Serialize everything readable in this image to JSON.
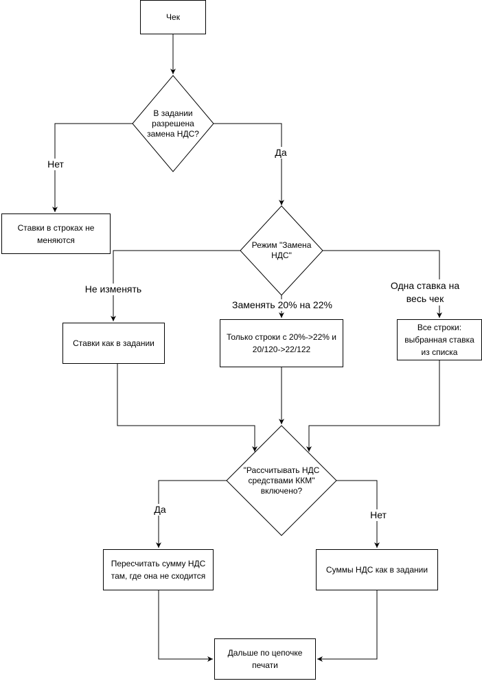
{
  "nodes": {
    "check": "Чек",
    "q_replace_allowed": "В задании разрешена замена НДС?",
    "rates_unchanged": "Ставки в строках не меняются",
    "q_mode": "Режим \"Замена НДС\"",
    "rates_as_task": "Ставки как в задании",
    "only_rows_20": "Только строки с 20%->22% и 20/120->22/122",
    "all_rows_selected": "Все строки: выбранная ставка из списка",
    "q_calc_kkm": "\"Рассчитывать НДС средствами ККМ\" включено?",
    "recalc_vat": "Пересчитать сумму НДС там, где она не сходится",
    "vat_as_task": "Суммы НДС как в задании",
    "next_chain": "Дальше по цепочке печати"
  },
  "edges": {
    "no_1": "Нет",
    "yes_1": "Да",
    "dont_change": "Не изменять",
    "replace_20_22": "Заменять 20% на 22%",
    "one_rate": "Одна ставка на весь чек",
    "yes_2": "Да",
    "no_2": "Нет"
  }
}
